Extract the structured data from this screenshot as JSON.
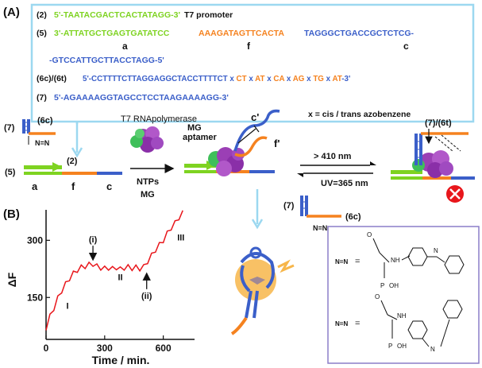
{
  "panel_a": {
    "label": "(A)",
    "rows": [
      {
        "num": "(2)",
        "parts": [
          {
            "text": "5'-TAATACGACTCACTATAGG-3'",
            "color": "#7ed321"
          }
        ],
        "note": "T7 promoter"
      },
      {
        "num": "(5)",
        "parts": [
          {
            "text": "3'-ATTATGCTGAGTGATATCC",
            "color": "#7ed321"
          },
          {
            "text": "AAAGATAGTTCACTA",
            "color": "#f5821f"
          },
          {
            "text": "TAGGGCTGACCGCTCTCG-",
            "color": "#3b5fc9"
          }
        ]
      },
      {
        "num": "",
        "parts": [
          {
            "text": "-GTCCATTGCTTACCTAGG-5'",
            "color": "#3b5fc9"
          }
        ]
      },
      {
        "num": "(6c)/(6t)",
        "parts": [
          {
            "text": "5'-CCTTTTCTTAGGAGGCTACCTTTTCT",
            "color": "#3b5fc9"
          },
          {
            "text": " x ",
            "color": "#3b5fc9"
          },
          {
            "text": "CT",
            "color": "#f5821f"
          },
          {
            "text": " x ",
            "color": "#3b5fc9"
          },
          {
            "text": "AT",
            "color": "#f5821f"
          },
          {
            "text": " x ",
            "color": "#3b5fc9"
          },
          {
            "text": "CA",
            "color": "#f5821f"
          },
          {
            "text": " x ",
            "color": "#3b5fc9"
          },
          {
            "text": "AG",
            "color": "#f5821f"
          },
          {
            "text": " x ",
            "color": "#3b5fc9"
          },
          {
            "text": "TG",
            "color": "#f5821f"
          },
          {
            "text": " x ",
            "color": "#3b5fc9"
          },
          {
            "text": "AT",
            "color": "#f5821f"
          },
          {
            "text": "-3'",
            "color": "#3b5fc9"
          }
        ]
      },
      {
        "num": "(7)",
        "parts": [
          {
            "text": "5'-AGAAAAGGTAGCCTCCTAAGAAAAGG-3'",
            "color": "#3b5fc9"
          }
        ],
        "note": "x = cis / trans azobenzene"
      }
    ],
    "segment_labels": {
      "a": "a",
      "f": "f",
      "c": "c"
    }
  },
  "scheme": {
    "label_7_6c": "(7)",
    "label_6c": "(6c)",
    "azo": "N=N",
    "t7_label": "T7 RNApolymerase",
    "label_5": "(5)",
    "label_2": "(2)",
    "seg_a": "a",
    "seg_f": "f",
    "seg_c": "c",
    "ntps": "NTPs",
    "mg": "MG",
    "mg_aptamer_1": "MG",
    "mg_aptamer_2": "aptamer",
    "c_prime": "c'",
    "f_prime": "f'",
    "label_7_6t": "(7)/(6t)",
    "visible": "> 410 nm",
    "uv": "UV=365 nm",
    "bottom_7": "(7)",
    "bottom_6c": "(6c)"
  },
  "panel_b": {
    "label": "(B)",
    "annotations": [
      "(i)",
      "(ii)",
      "I",
      "II",
      "III"
    ]
  },
  "chart_data": {
    "type": "line",
    "title": "",
    "xlabel": "Time / min.",
    "ylabel": "ΔF",
    "xlim": [
      0,
      760
    ],
    "ylim": [
      40,
      380
    ],
    "x_ticks": [
      0,
      300,
      600
    ],
    "y_ticks": [
      150,
      300
    ],
    "series": [
      {
        "color": "#e8161b",
        "x": [
          0,
          20,
          40,
          60,
          80,
          100,
          120,
          140,
          160,
          180,
          200,
          220,
          240,
          260,
          280,
          300,
          320,
          340,
          360,
          380,
          400,
          420,
          440,
          460,
          480,
          500,
          520,
          540,
          560,
          580,
          600,
          620,
          640,
          660,
          680,
          700
        ],
        "y": [
          70,
          100,
          122,
          148,
          168,
          185,
          200,
          213,
          222,
          229,
          232,
          236,
          238,
          232,
          228,
          226,
          228,
          225,
          229,
          224,
          228,
          230,
          227,
          229,
          226,
          230,
          245,
          260,
          275,
          288,
          300,
          318,
          333,
          345,
          360,
          372
        ]
      }
    ],
    "annotations": [
      {
        "text": "(i)",
        "x": 240,
        "y": 240,
        "arrow": "down"
      },
      {
        "text": "(ii)",
        "x": 515,
        "y": 226,
        "arrow": "up"
      },
      {
        "text": "I",
        "x": 110,
        "y": 120
      },
      {
        "text": "II",
        "x": 380,
        "y": 195
      },
      {
        "text": "III",
        "x": 690,
        "y": 300
      }
    ]
  },
  "structures": {
    "cis_label": "N=N",
    "eq": "=",
    "nh1": "NH",
    "o1": "O",
    "p1": "P",
    "oh1": "OH",
    "nh2": "NH",
    "o2": "O",
    "p2": "P",
    "oh2": "OH",
    "n_a": "N",
    "n_b": "N"
  },
  "colors": {
    "box_border": "#9cd8f0",
    "green": "#7ed321",
    "orange": "#f5821f",
    "blue": "#3b5fc9",
    "polymerase": "#9b3fb5",
    "red": "#e8161b",
    "struct_border": "#8b7ec8"
  }
}
